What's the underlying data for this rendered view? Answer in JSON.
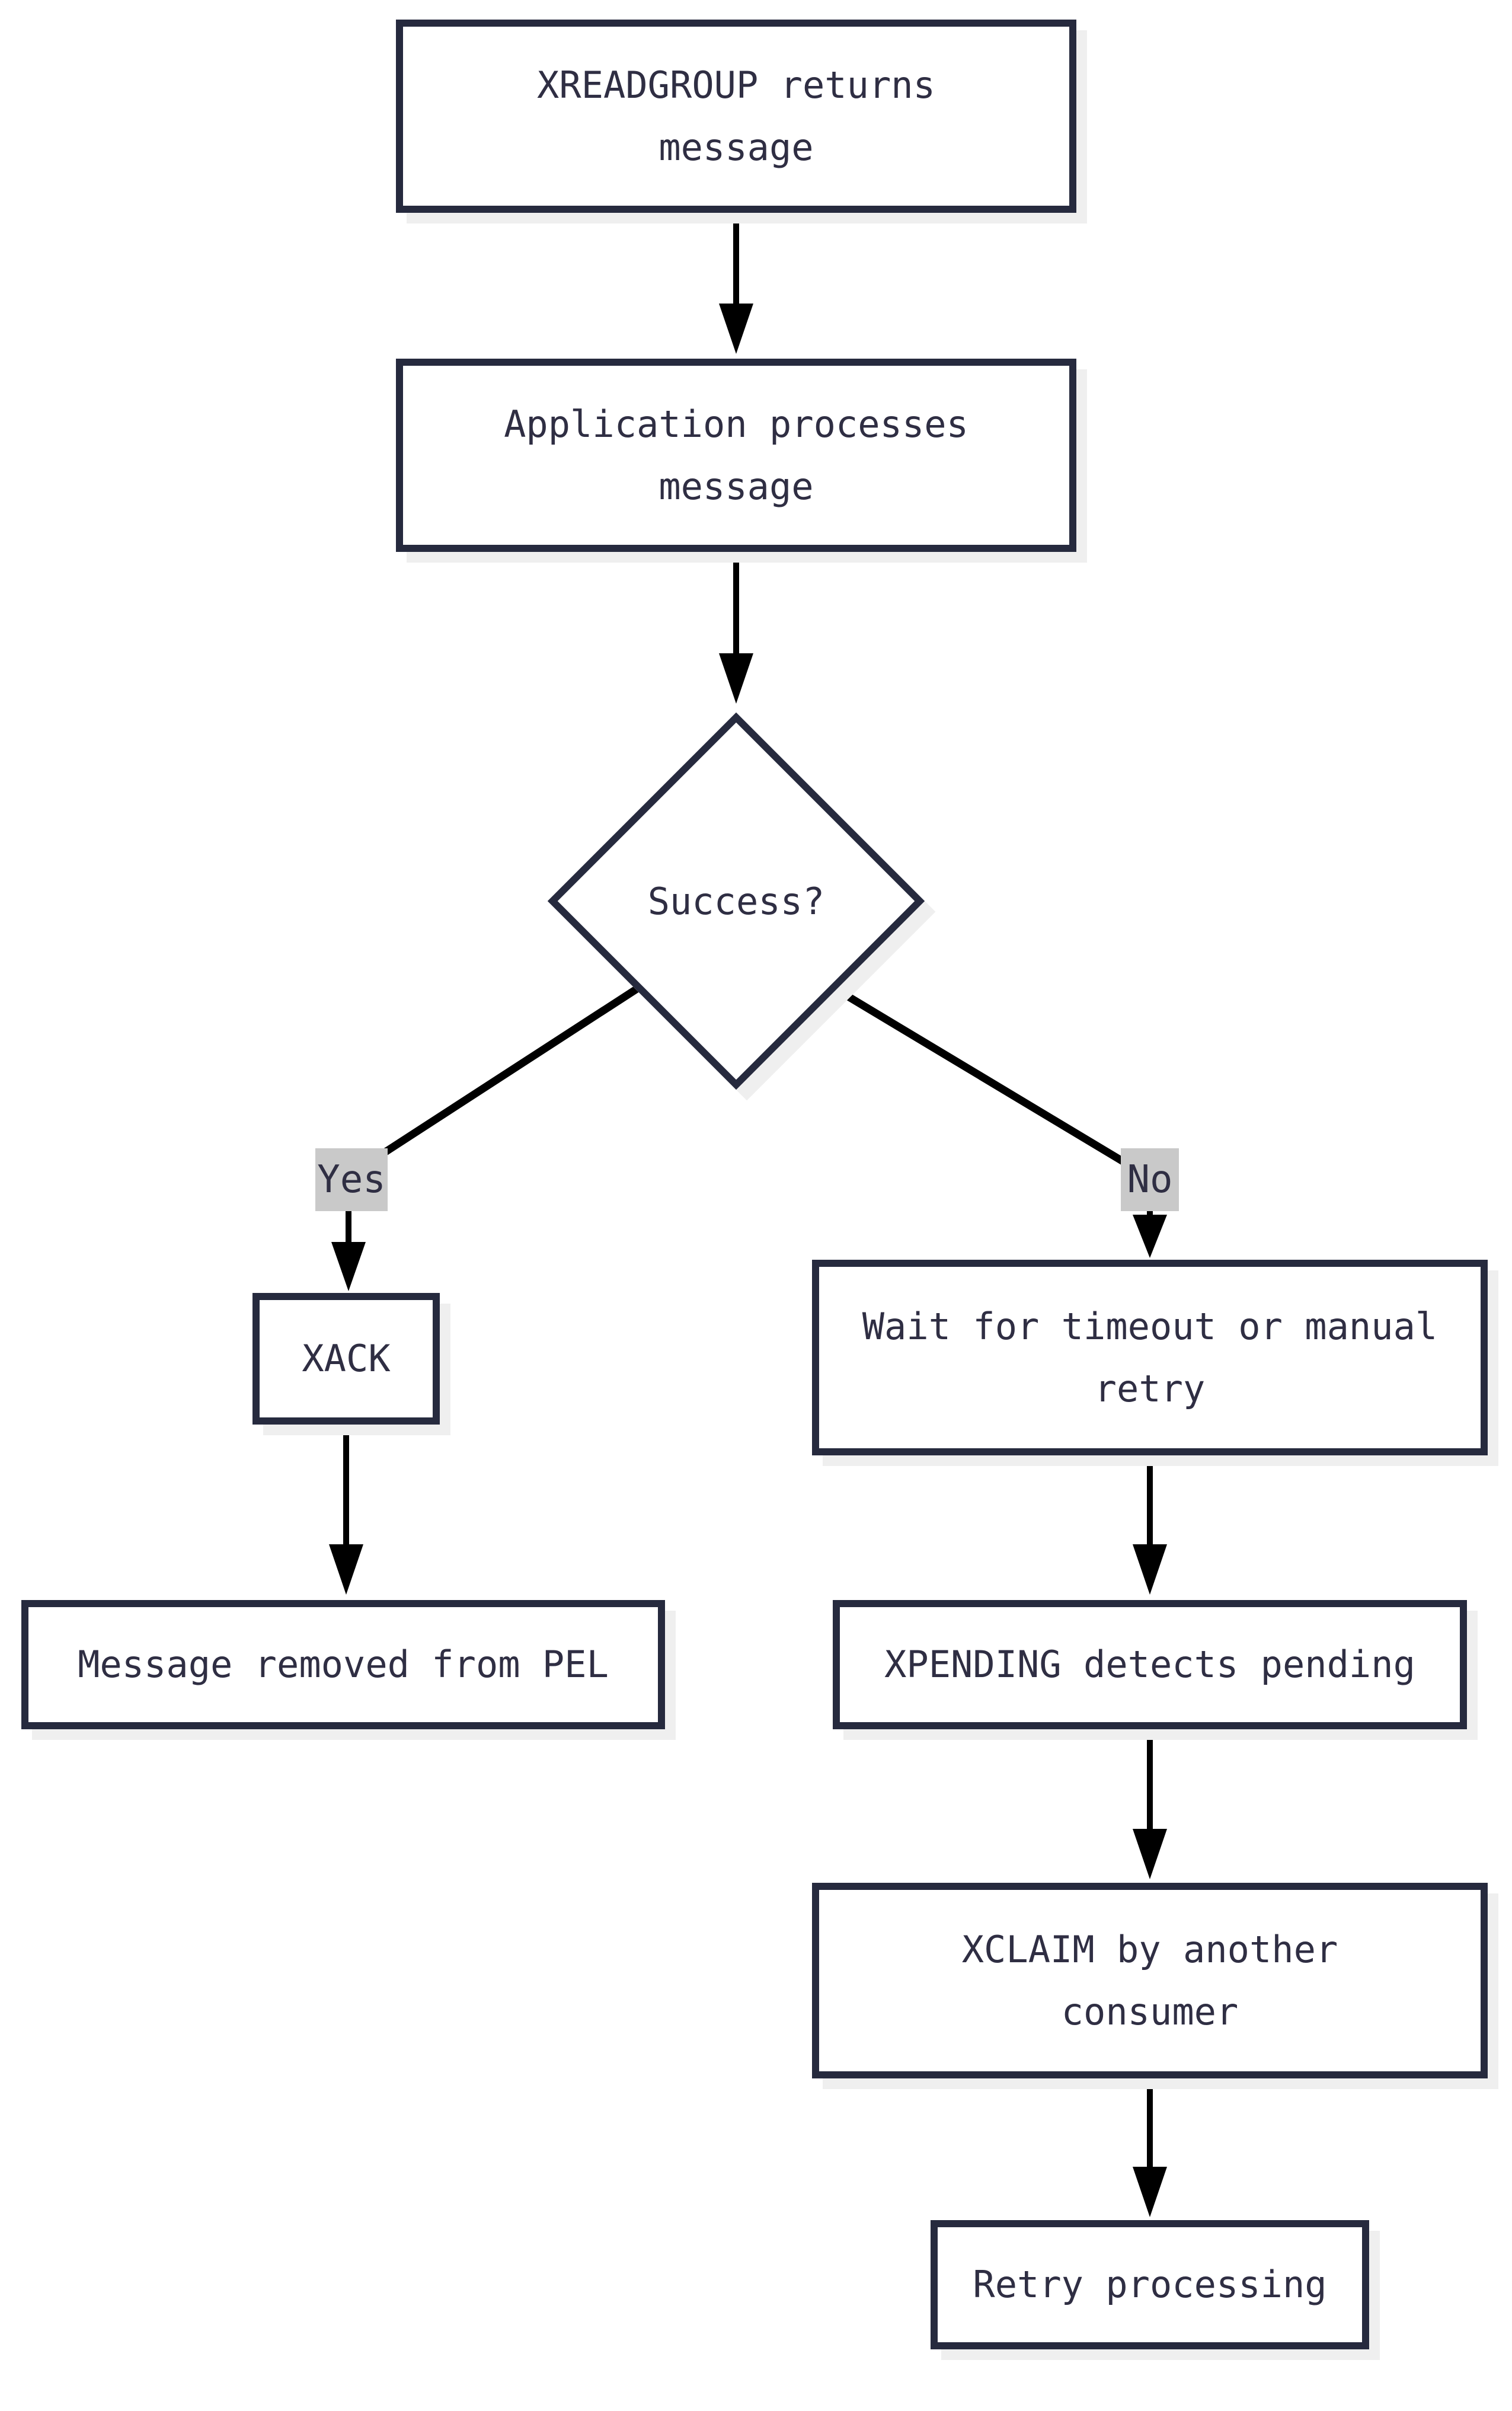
{
  "diagram": {
    "colors": {
      "page_bg": "#ffffff",
      "node_bg": "#ffffff",
      "border": "#262a3e",
      "text": "#2f2e43",
      "shadow": "#efefef",
      "label_bg": "#c9c9c9",
      "line": "#000000"
    },
    "nodes": {
      "start": {
        "label": "XREADGROUP returns\nmessage"
      },
      "process": {
        "label": "Application processes\nmessage"
      },
      "decision": {
        "label": "Success?"
      },
      "xack": {
        "label": "XACK"
      },
      "pel": {
        "label": "Message removed from PEL"
      },
      "wait": {
        "label": "Wait for timeout or manual\nretry"
      },
      "xpending": {
        "label": "XPENDING detects pending"
      },
      "xclaim": {
        "label": "XCLAIM by another\nconsumer"
      },
      "retry": {
        "label": "Retry processing"
      }
    },
    "edge_labels": {
      "yes": "Yes",
      "no": "No"
    }
  }
}
